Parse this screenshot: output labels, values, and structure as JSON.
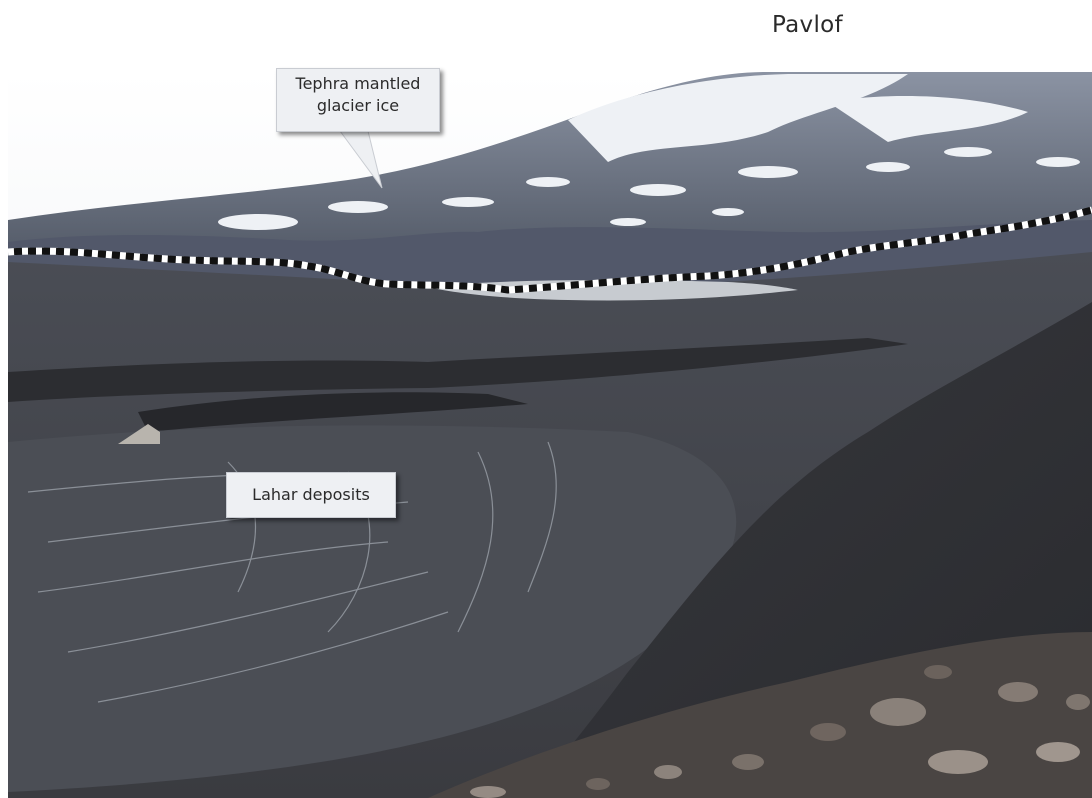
{
  "title": "Pavlof",
  "photo": {
    "description_icon": "landscape-photo",
    "colors": {
      "sky": "#f2f4f6",
      "snow": "#e6eaef",
      "mountain_rock": "#6a7282",
      "valley_floor": "#3d3e44",
      "slope": "#2e2f33",
      "boundary_line": "#000000"
    }
  },
  "annotations": {
    "tephra_line1": "Tephra mantled",
    "tephra_line2": "glacier ice",
    "lahar": "Lahar deposits"
  }
}
